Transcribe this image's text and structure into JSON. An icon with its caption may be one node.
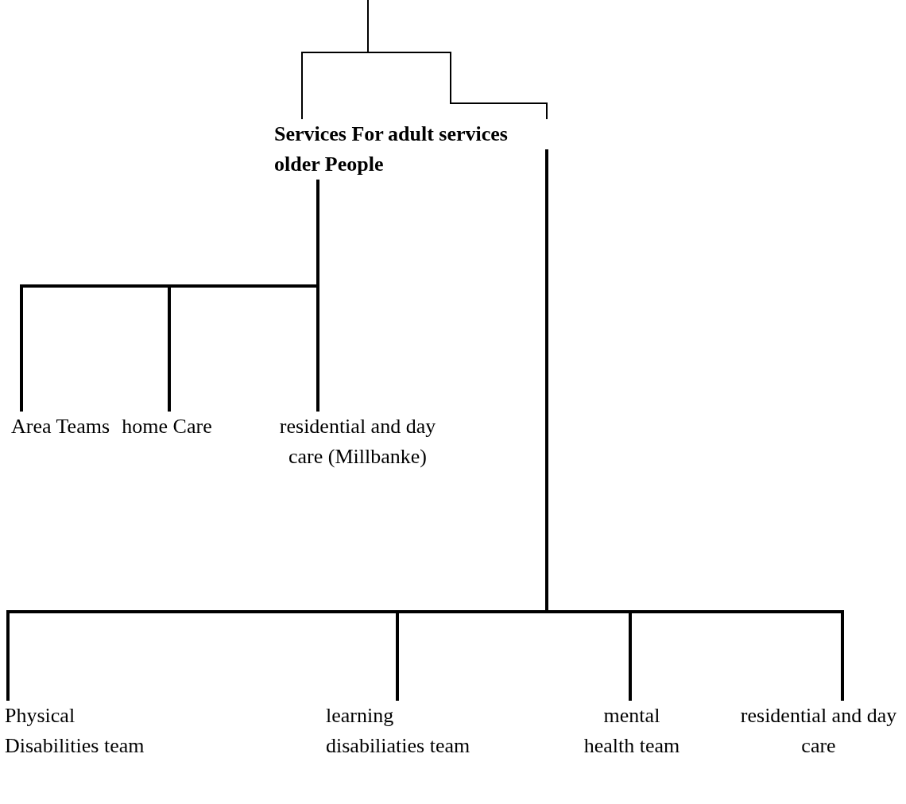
{
  "diagram": {
    "nodes": [
      {
        "text": [
          "Services For older People"
        ]
      },
      {
        "text": [
          "adult services"
        ]
      },
      {
        "text": [
          "Area Teams"
        ]
      },
      {
        "text": [
          "home Care"
        ]
      },
      {
        "text": [
          "residential and day care (Millbanke)"
        ]
      },
      {
        "text": [
          "Physical Disabilities team"
        ]
      },
      {
        "text": [
          "learning disabiliaties team"
        ]
      },
      {
        "text": [
          "mental health team"
        ]
      },
      {
        "text": [
          "residential and day care"
        ]
      }
    ],
    "edges": [
      {
        "from": null,
        "to": 0,
        "arrow": "none"
      },
      {
        "from": null,
        "to": 1,
        "arrow": "none"
      },
      {
        "from": 0,
        "to": 2,
        "arrow": "none"
      },
      {
        "from": 0,
        "to": 3,
        "arrow": "none"
      },
      {
        "from": 0,
        "to": 4,
        "arrow": "none"
      },
      {
        "from": 1,
        "to": 5,
        "arrow": "none"
      },
      {
        "from": 1,
        "to": 6,
        "arrow": "none"
      },
      {
        "from": 1,
        "to": 7,
        "arrow": "none"
      },
      {
        "from": 1,
        "to": 8,
        "arrow": "none"
      }
    ]
  }
}
